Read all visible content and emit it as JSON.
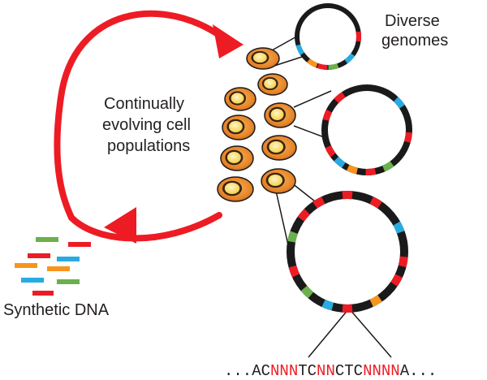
{
  "labels": {
    "diverse_line1": "Diverse",
    "diverse_line2": "genomes",
    "continual_line1": "Continually",
    "continual_line2": "evolving cell",
    "continual_line3": "populations",
    "synthetic": "Synthetic DNA"
  },
  "sequence": {
    "segments": [
      {
        "text": "...AC",
        "mutable": false
      },
      {
        "text": "NNN",
        "mutable": true
      },
      {
        "text": "TC",
        "mutable": false
      },
      {
        "text": "NN",
        "mutable": true
      },
      {
        "text": "CTC",
        "mutable": false
      },
      {
        "text": "NNNN",
        "mutable": true
      },
      {
        "text": "A...",
        "mutable": false
      }
    ]
  },
  "colors": {
    "arrow": "#ed1c24",
    "genome_ring": "#1a1a1a",
    "cell_fill": "#e8862a",
    "cell_nucleus": "#fce07a",
    "marker_red": "#ed1c24",
    "marker_blue": "#29abe2",
    "marker_green": "#6ab04c",
    "marker_orange": "#f7941d"
  }
}
